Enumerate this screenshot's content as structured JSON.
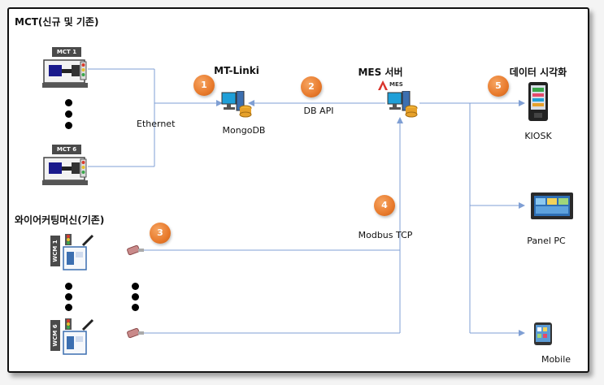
{
  "title": "MCT(신규 및 기존)",
  "nodes": {
    "mct1": "MCT 1",
    "mct6": "MCT 6",
    "mtlinki": "MT-Linki",
    "mongodb": "MongoDB",
    "mes": "MES 서버",
    "mes_logo": "MES",
    "viz": "데이터 시각화",
    "kiosk": "KIOSK",
    "panelpc": "Panel PC",
    "mobile": "Mobile",
    "wire": "와이어커팅머신(기존)",
    "wcm1": "WCM 1",
    "wcm6": "WCM 6"
  },
  "edges": {
    "ethernet": "Ethernet",
    "dbapi": "DB API",
    "modbus": "Modbus TCP"
  },
  "badges": [
    "1",
    "2",
    "3",
    "4",
    "5"
  ],
  "colors": {
    "line": "#7f9fd4",
    "badge": "#e87a2c",
    "screen": "#1f9fd8",
    "drive": "#e7a12a"
  }
}
